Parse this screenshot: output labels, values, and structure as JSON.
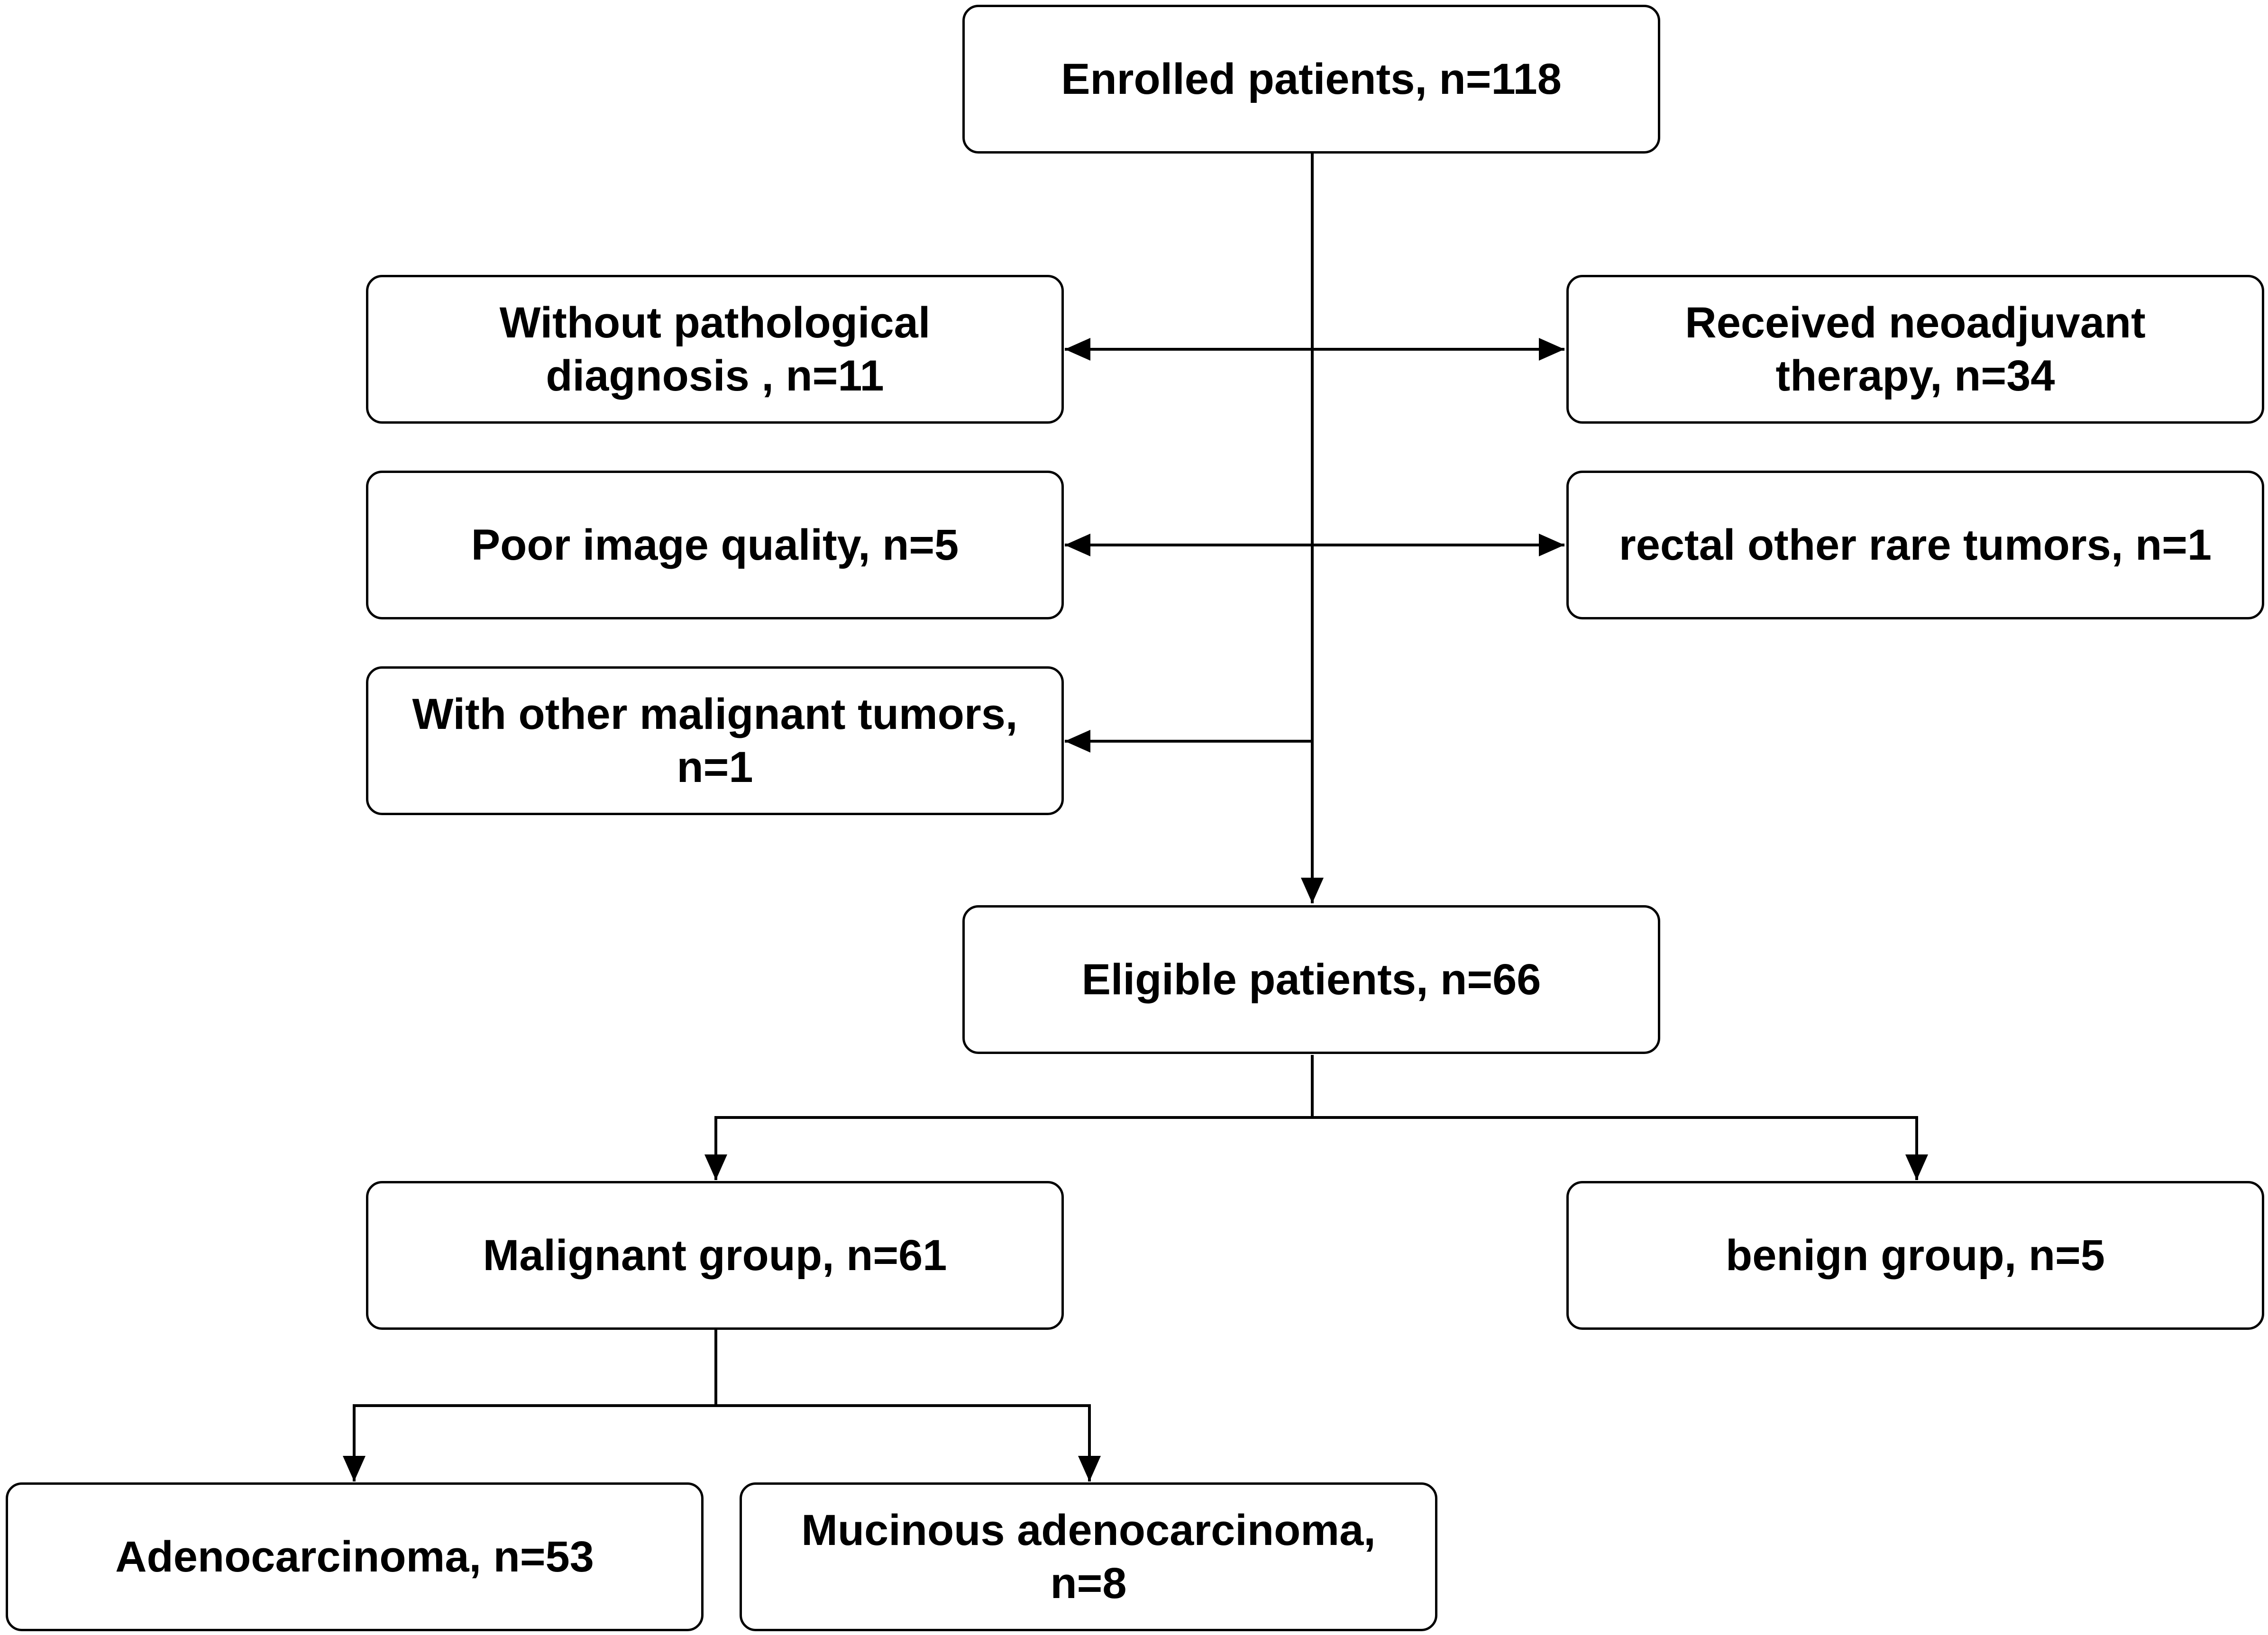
{
  "nodes": {
    "enrolled": {
      "lines": [
        "Enrolled patients, n=118"
      ]
    },
    "no_pathology": {
      "lines": [
        "Without pathological",
        "diagnosis , n=11"
      ]
    },
    "neoadjuvant": {
      "lines": [
        "Received neoadjuvant",
        "therapy, n=34"
      ]
    },
    "poor_image": {
      "lines": [
        "Poor image quality, n=5"
      ]
    },
    "rare_tumors": {
      "lines": [
        "rectal other rare tumors, n=1"
      ]
    },
    "other_malignant": {
      "lines": [
        "With other malignant tumors,",
        "n=1"
      ]
    },
    "eligible": {
      "lines": [
        "Eligible patients, n=66"
      ]
    },
    "malignant": {
      "lines": [
        "Malignant group, n=61"
      ]
    },
    "benign": {
      "lines": [
        "benign group, n=5"
      ]
    },
    "adenocarcinoma": {
      "lines": [
        "Adenocarcinoma, n=53"
      ]
    },
    "mucinous": {
      "lines": [
        "Mucinous adenocarcinoma,",
        "n=8"
      ]
    }
  },
  "colors": {
    "line": "#000000",
    "box_border": "#000000",
    "box_fill": "#ffffff",
    "text": "#000000"
  }
}
